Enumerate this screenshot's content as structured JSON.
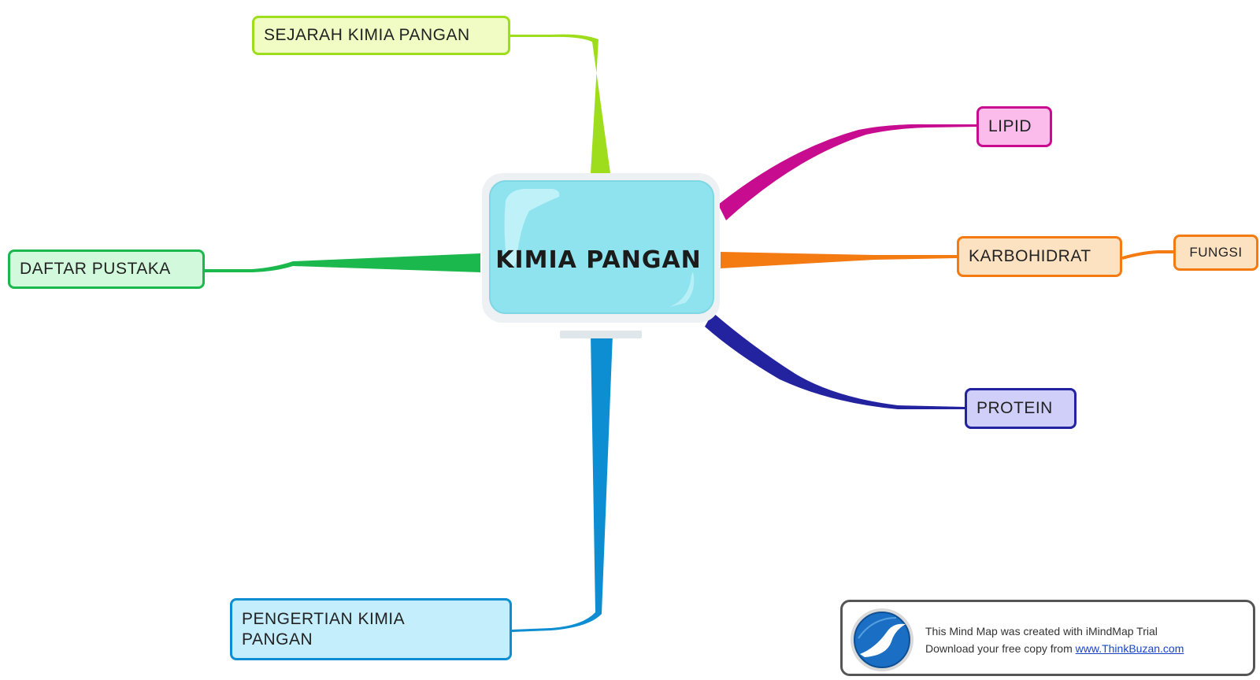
{
  "central": {
    "label": "KIMIA PANGAN",
    "color": "#8fe3ee"
  },
  "nodes": {
    "sejarah": {
      "label": "SEJARAH KIMIA PANGAN",
      "border": "#9edd1c",
      "fill": "#f1fcc4"
    },
    "daftar": {
      "label": "DAFTAR PUSTAKA",
      "border": "#1bb84d",
      "fill": "#d3f9dc"
    },
    "pengertian": {
      "label": "PENGERTIAN KIMIA PANGAN",
      "border": "#0e8ed2",
      "fill": "#c4eefc"
    },
    "lipid": {
      "label": "LIPID",
      "border": "#c80c8f",
      "fill": "#fbbcec"
    },
    "karbohidrat": {
      "label": "KARBOHIDRAT",
      "border": "#f47a12",
      "fill": "#fde2c2"
    },
    "fungsi": {
      "label": "FUNGSI",
      "border": "#f47a12",
      "fill": "#fde2c2"
    },
    "protein": {
      "label": "PROTEIN",
      "border": "#2323a0",
      "fill": "#cfcff9"
    }
  },
  "watermark": {
    "line1": "This Mind Map was created with iMindMap Trial",
    "line2_prefix": "Download your free copy from ",
    "link_text": "www.ThinkBuzan.com",
    "logo_icon": "imindmap-logo-icon"
  }
}
